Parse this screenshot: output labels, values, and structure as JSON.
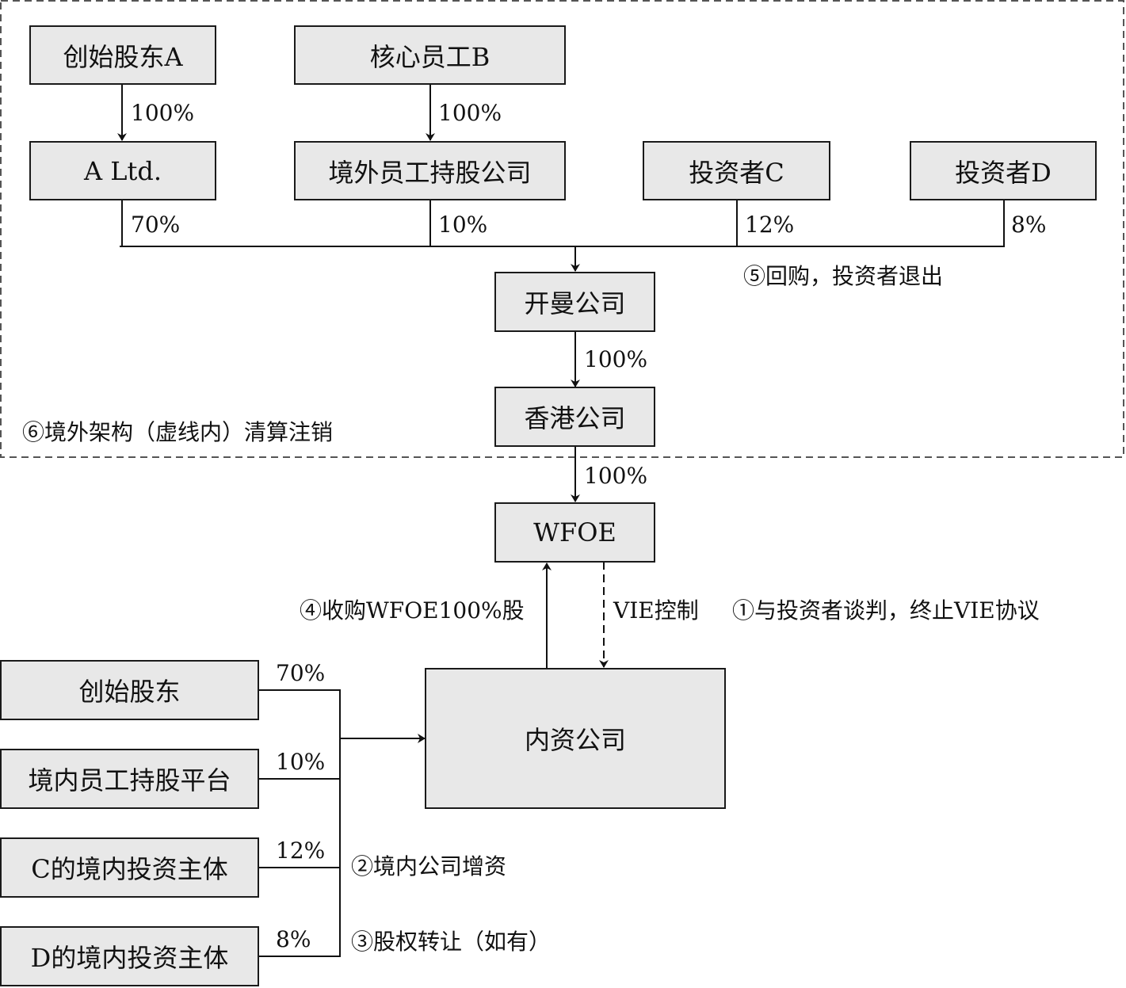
{
  "offshore_region": {
    "label": "⑥境外架构（虚线内）清算注销"
  },
  "nodes": {
    "founder_a": "创始股东A",
    "core_employee_b": "核心员工B",
    "a_ltd": "A Ltd.",
    "offshore_esop": "境外员工持股公司",
    "investor_c": "投资者C",
    "investor_d": "投资者D",
    "cayman": "开曼公司",
    "hongkong": "香港公司",
    "wfoe": "WFOE",
    "domestic_company": "内资公司",
    "domestic_founder": "创始股东",
    "domestic_esop": "境内员工持股平台",
    "c_domestic": "C的境内投资主体",
    "d_domestic": "D的境内投资主体"
  },
  "edges": {
    "founder_a_to_a_ltd": "100%",
    "core_b_to_esop": "100%",
    "a_ltd_to_cayman": "70%",
    "esop_to_cayman": "10%",
    "c_to_cayman": "12%",
    "d_to_cayman": "8%",
    "cayman_to_hk": "100%",
    "hk_to_wfoe": "100%",
    "wfoe_vie": "VIE控制",
    "domestic_founder_share": "70%",
    "domestic_esop_share": "10%",
    "c_domestic_share": "12%",
    "d_domestic_share": "8%"
  },
  "steps": {
    "step1": "①与投资者谈判，终止VIE协议",
    "step2": "②境内公司增资",
    "step3": "③股权转让（如有）",
    "step4": "④收购WFOE100%股",
    "step5": "⑤回购，投资者退出"
  }
}
